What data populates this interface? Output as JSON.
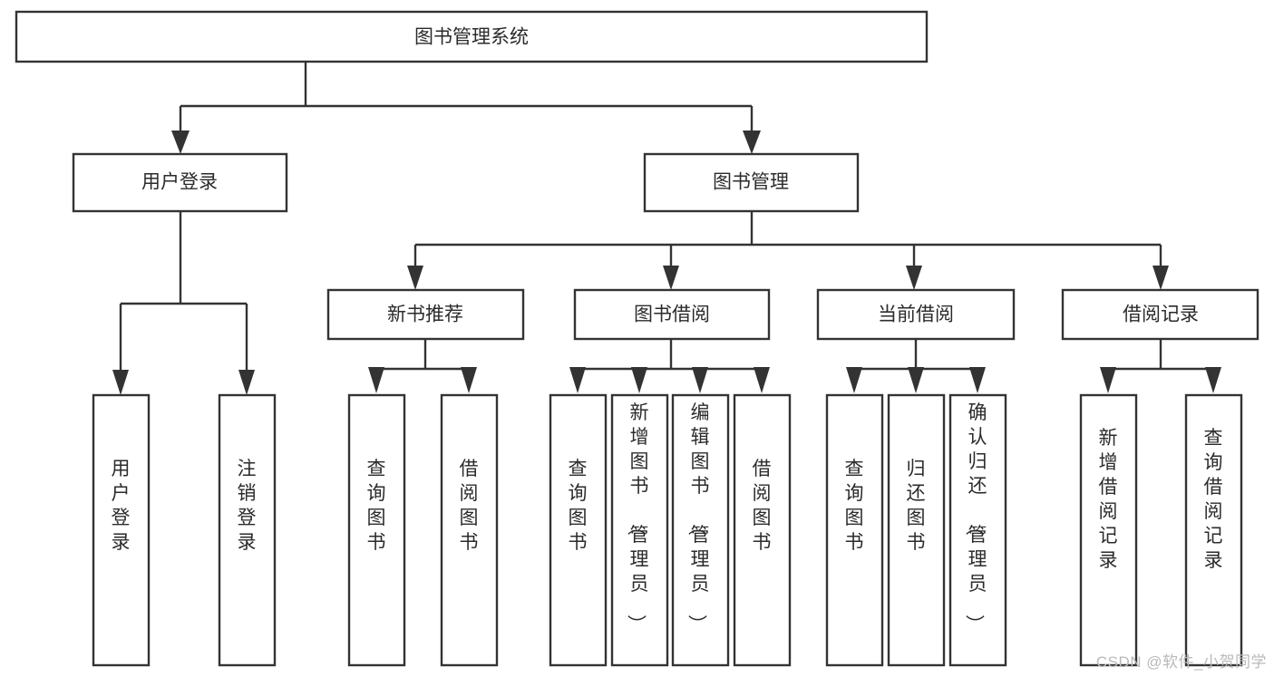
{
  "diagram": {
    "kind": "tree-flowchart",
    "title": "图书管理系统",
    "watermark": "CSDN @软件_小贺同学",
    "root": {
      "id": "root",
      "label": "图书管理系统",
      "orientation": "horizontal"
    },
    "level2": [
      {
        "id": "user-login",
        "label": "用户登录",
        "orientation": "horizontal"
      },
      {
        "id": "book-manage",
        "label": "图书管理",
        "orientation": "horizontal"
      }
    ],
    "level3": [
      {
        "id": "new-book-recommend",
        "label": "新书推荐",
        "orientation": "horizontal",
        "parent": "book-manage"
      },
      {
        "id": "book-borrow",
        "label": "图书借阅",
        "orientation": "horizontal",
        "parent": "book-manage"
      },
      {
        "id": "current-borrow",
        "label": "当前借阅",
        "orientation": "horizontal",
        "parent": "book-manage"
      },
      {
        "id": "borrow-record",
        "label": "借阅记录",
        "orientation": "horizontal",
        "parent": "book-manage"
      }
    ],
    "leaves": [
      {
        "id": "leaf-user-login",
        "label": "用户登录",
        "orientation": "vertical",
        "parent": "user-login"
      },
      {
        "id": "leaf-user-logout",
        "label": "注销登录",
        "orientation": "vertical",
        "parent": "user-login"
      },
      {
        "id": "leaf-query-book-1",
        "label": "查询图书",
        "orientation": "vertical",
        "parent": "new-book-recommend"
      },
      {
        "id": "leaf-borrow-book-1",
        "label": "借阅图书",
        "orientation": "vertical",
        "parent": "new-book-recommend"
      },
      {
        "id": "leaf-query-book-2",
        "label": "查询图书",
        "orientation": "vertical",
        "parent": "book-borrow"
      },
      {
        "id": "leaf-add-book",
        "label": "新增图书（管理员）",
        "orientation": "vertical",
        "parent": "book-borrow"
      },
      {
        "id": "leaf-edit-book",
        "label": "编辑图书（管理员）",
        "orientation": "vertical",
        "parent": "book-borrow"
      },
      {
        "id": "leaf-borrow-book-2",
        "label": "借阅图书",
        "orientation": "vertical",
        "parent": "book-borrow"
      },
      {
        "id": "leaf-query-book-3",
        "label": "查询图书",
        "orientation": "vertical",
        "parent": "current-borrow"
      },
      {
        "id": "leaf-return-book",
        "label": "归还图书",
        "orientation": "vertical",
        "parent": "current-borrow"
      },
      {
        "id": "leaf-confirm-return",
        "label": "确认归还（管理员）",
        "orientation": "vertical",
        "parent": "current-borrow"
      },
      {
        "id": "leaf-add-record",
        "label": "新增借阅记录",
        "orientation": "vertical",
        "parent": "borrow-record"
      },
      {
        "id": "leaf-query-record",
        "label": "查询借阅记录",
        "orientation": "vertical",
        "parent": "borrow-record"
      }
    ],
    "colors": {
      "box_stroke": "#333333",
      "box_fill": "#ffffff",
      "text": "#2b2b2b",
      "watermark": "#b9b9b9",
      "background": "#ffffff"
    }
  }
}
